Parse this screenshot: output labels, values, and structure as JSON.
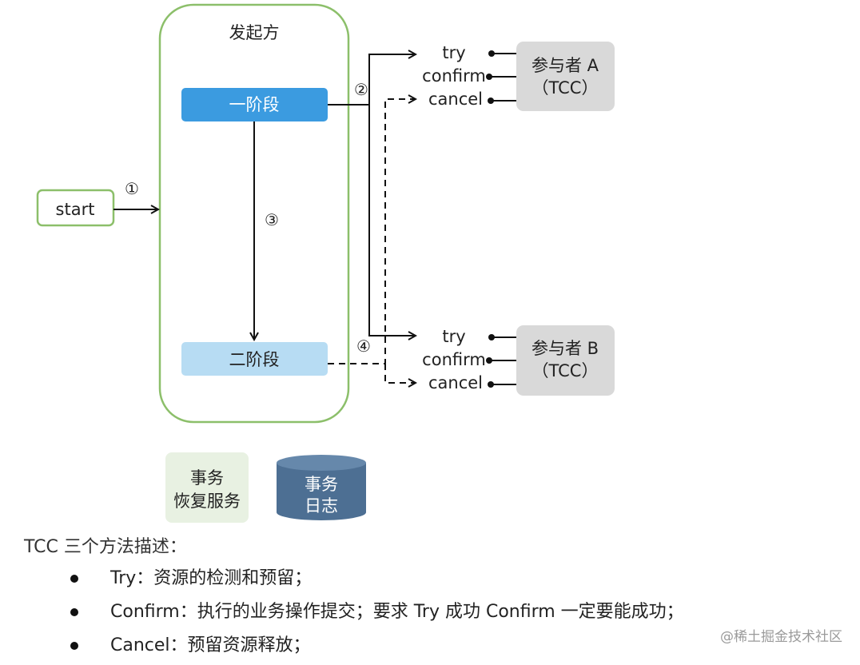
{
  "colors": {
    "initiator_border": "#8cbf6a",
    "phase1_fill": "#3b9be0",
    "phase2_fill": "#b7dcf3",
    "participant_fill": "#d9d9d9",
    "recovery_fill": "#e8f1e2",
    "log_fill": "#4d6f93"
  },
  "diagram": {
    "start": "start",
    "initiator": "发起方",
    "phase1": "一阶段",
    "phase2": "二阶段",
    "step1": "①",
    "step2": "②",
    "step3": "③",
    "step4": "④",
    "participant_a": {
      "line1": "参与者 A",
      "line2": "（TCC）",
      "try": "try",
      "confirm": "confirm",
      "cancel": "cancel"
    },
    "participant_b": {
      "line1": "参与者 B",
      "line2": "（TCC）",
      "try": "try",
      "confirm": "confirm",
      "cancel": "cancel"
    },
    "recovery": {
      "line1": "事务",
      "line2": "恢复服务"
    },
    "log": {
      "line1": "事务",
      "line2": "日志"
    }
  },
  "text": {
    "description": "TCC 三个方法描述：",
    "bullets": [
      "Try：资源的检测和预留；",
      "Confirm：执行的业务操作提交；要求 Try 成功 Confirm 一定要能成功；",
      "Cancel：预留资源释放；"
    ],
    "watermark": "@稀土掘金技术社区"
  }
}
